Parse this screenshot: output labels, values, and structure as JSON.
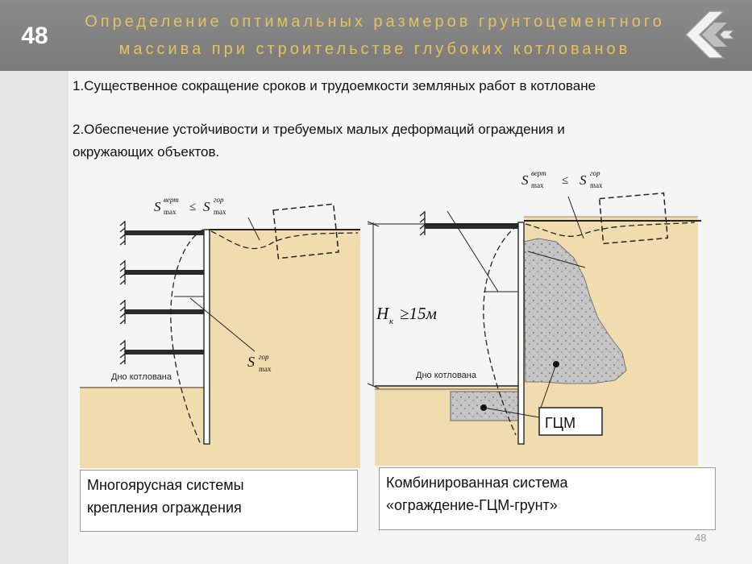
{
  "header": {
    "slide_number": "48",
    "title_line1": "Определение оптимальных размеров грунтоцементного",
    "title_line2": "массива при строительстве глубоких котлованов"
  },
  "points": {
    "p1": "1.Существенное сокращение сроков и трудоемкости земляных работ  в котловане",
    "p2_line1": "2.Обеспечение устойчивости и требуемых малых деформаций ограждения и",
    "p2_line2": "окружающих объектов."
  },
  "left_diagram": {
    "formula_s": "S",
    "formula_sup_left": "верт",
    "formula_sub_left": "max",
    "formula_leq": "≤",
    "formula_sup_right": "гор",
    "formula_sub_right": "max",
    "s_label": "S",
    "s_sup": "гор",
    "s_sub": "max",
    "bottom_label": "Дно котлована"
  },
  "right_diagram": {
    "formula_s": "S",
    "formula_sup_left": "верт",
    "formula_sub_left": "max",
    "formula_leq": "≤",
    "formula_sup_right": "гор",
    "formula_sub_right": "max",
    "hk_h": "H",
    "hk_sub": "к",
    "hk_rest": "≥15м",
    "bottom_label": "Дно котлована",
    "gcm_label": "ГЦМ"
  },
  "captions": {
    "left_line1": "Многоярусная системы",
    "left_line2": "крепления ограждения",
    "right_line1": "Комбинированная система",
    "right_line2": "«ограждение-ГЦМ-грунт»"
  },
  "footer": {
    "page_number": "48"
  },
  "colors": {
    "soil": "#f0dcae",
    "soil_edge": "#d8bf84",
    "header_bg": "#7f7f7f",
    "title_gold": "#e6c25c",
    "concrete": "#bdbdbd"
  }
}
